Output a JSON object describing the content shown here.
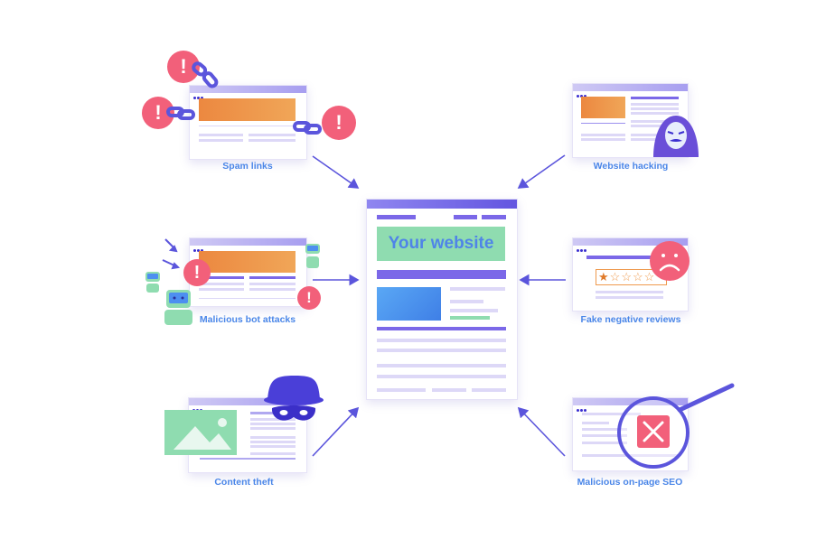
{
  "center": {
    "title": "Your website"
  },
  "nodes": [
    {
      "id": "spam-links",
      "label": "Spam links",
      "position": "top-left"
    },
    {
      "id": "website-hacking",
      "label": "Website hacking",
      "position": "top-right"
    },
    {
      "id": "malicious-bot-attacks",
      "label": "Malicious bot attacks",
      "position": "middle-left"
    },
    {
      "id": "fake-negative-reviews",
      "label": "Fake negative reviews",
      "position": "middle-right"
    },
    {
      "id": "content-theft",
      "label": "Content theft",
      "position": "bottom-left"
    },
    {
      "id": "malicious-on-page-seo",
      "label": "Malicious on-page SEO",
      "position": "bottom-right"
    }
  ],
  "icons": {
    "warning": "!",
    "star_filled": "★",
    "star_empty": "☆",
    "close": "✕"
  },
  "review": {
    "filled_stars": 1,
    "total_stars": 5
  },
  "colors": {
    "accent_purple": "#6a5ae0",
    "label_blue": "#4a86e8",
    "warning_red": "#f2607a",
    "orange": "#ef9a4e",
    "green": "#8fdcb0",
    "blue": "#4d9af0"
  }
}
